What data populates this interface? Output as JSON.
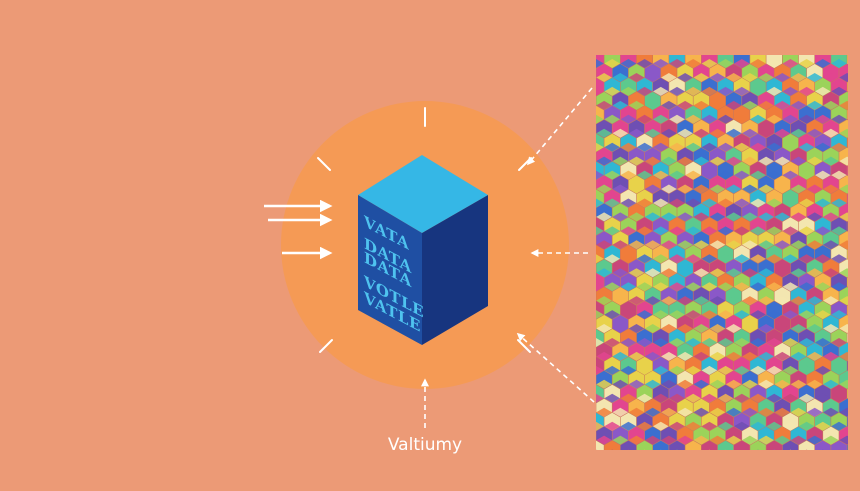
{
  "colors": {
    "background": "#ec9a76",
    "circle": "#f59a55",
    "cube_top": "#35b7e6",
    "cube_front": "#1f4fa3",
    "cube_side": "#17357f",
    "cube_text": "#4fc3ef",
    "arrow": "#ffffff"
  },
  "cube": {
    "lines": [
      "VATA",
      "DATA",
      "DATA",
      "VOTLE",
      "VATLE"
    ]
  },
  "caption": "Valtiumy",
  "panel": {
    "palette": [
      "#f07c3b",
      "#9bd35a",
      "#e8d24a",
      "#2fb7d4",
      "#8a58c8",
      "#e2458f",
      "#3b6fd0",
      "#f7b44c",
      "#5cc98e",
      "#c9467a",
      "#6e4fb3",
      "#f3e6b0"
    ]
  }
}
